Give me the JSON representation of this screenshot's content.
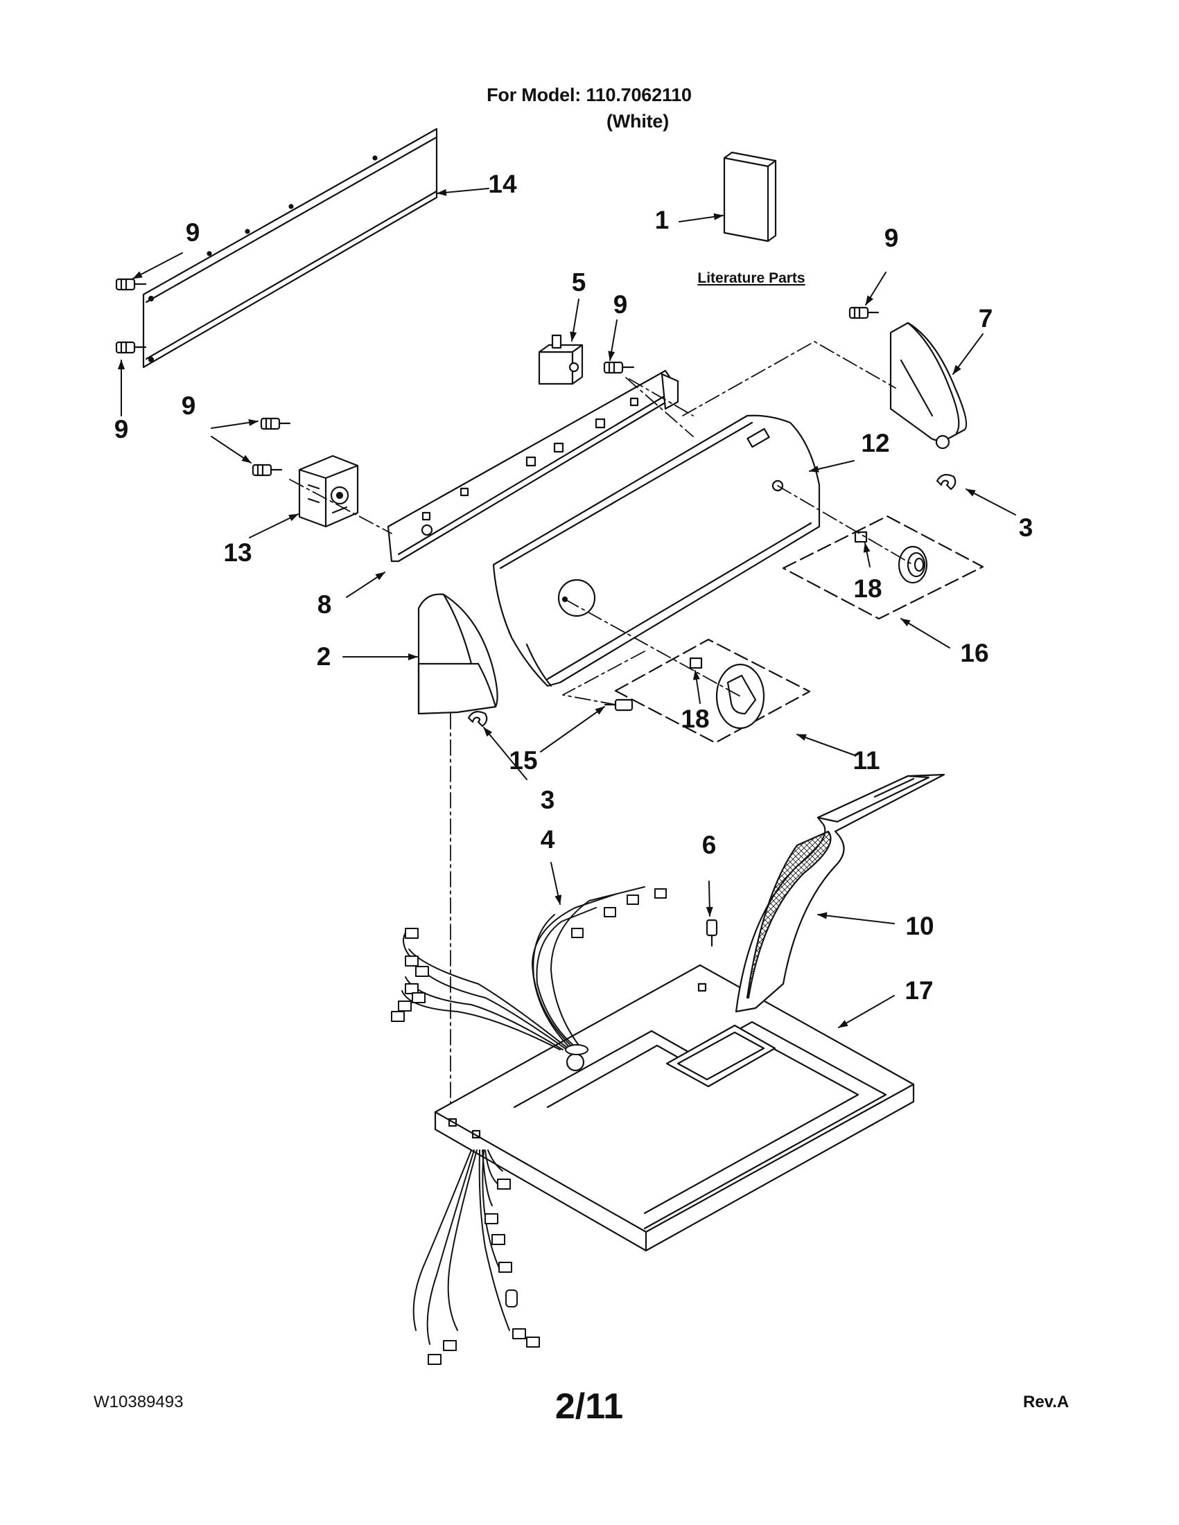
{
  "header": {
    "model_line": "For Model: 110.7062110",
    "color_line": "(White)"
  },
  "literature_label": "Literature Parts",
  "callouts": {
    "c1": "1",
    "c14": "14",
    "c9a": "9",
    "c9b": "9",
    "c5": "5",
    "c9c": "9",
    "c9d": "9",
    "c7": "7",
    "c9e": "9",
    "c12": "12",
    "c3a": "3",
    "c13": "13",
    "c8": "8",
    "c18a": "18",
    "c16": "16",
    "c2": "2",
    "c18b": "18",
    "c11": "11",
    "c15": "15",
    "c3b": "3",
    "c4": "4",
    "c6": "6",
    "c10": "10",
    "c17": "17"
  },
  "footer": {
    "doc_number": "W10389493",
    "page": "2/11",
    "revision": "Rev.A"
  }
}
